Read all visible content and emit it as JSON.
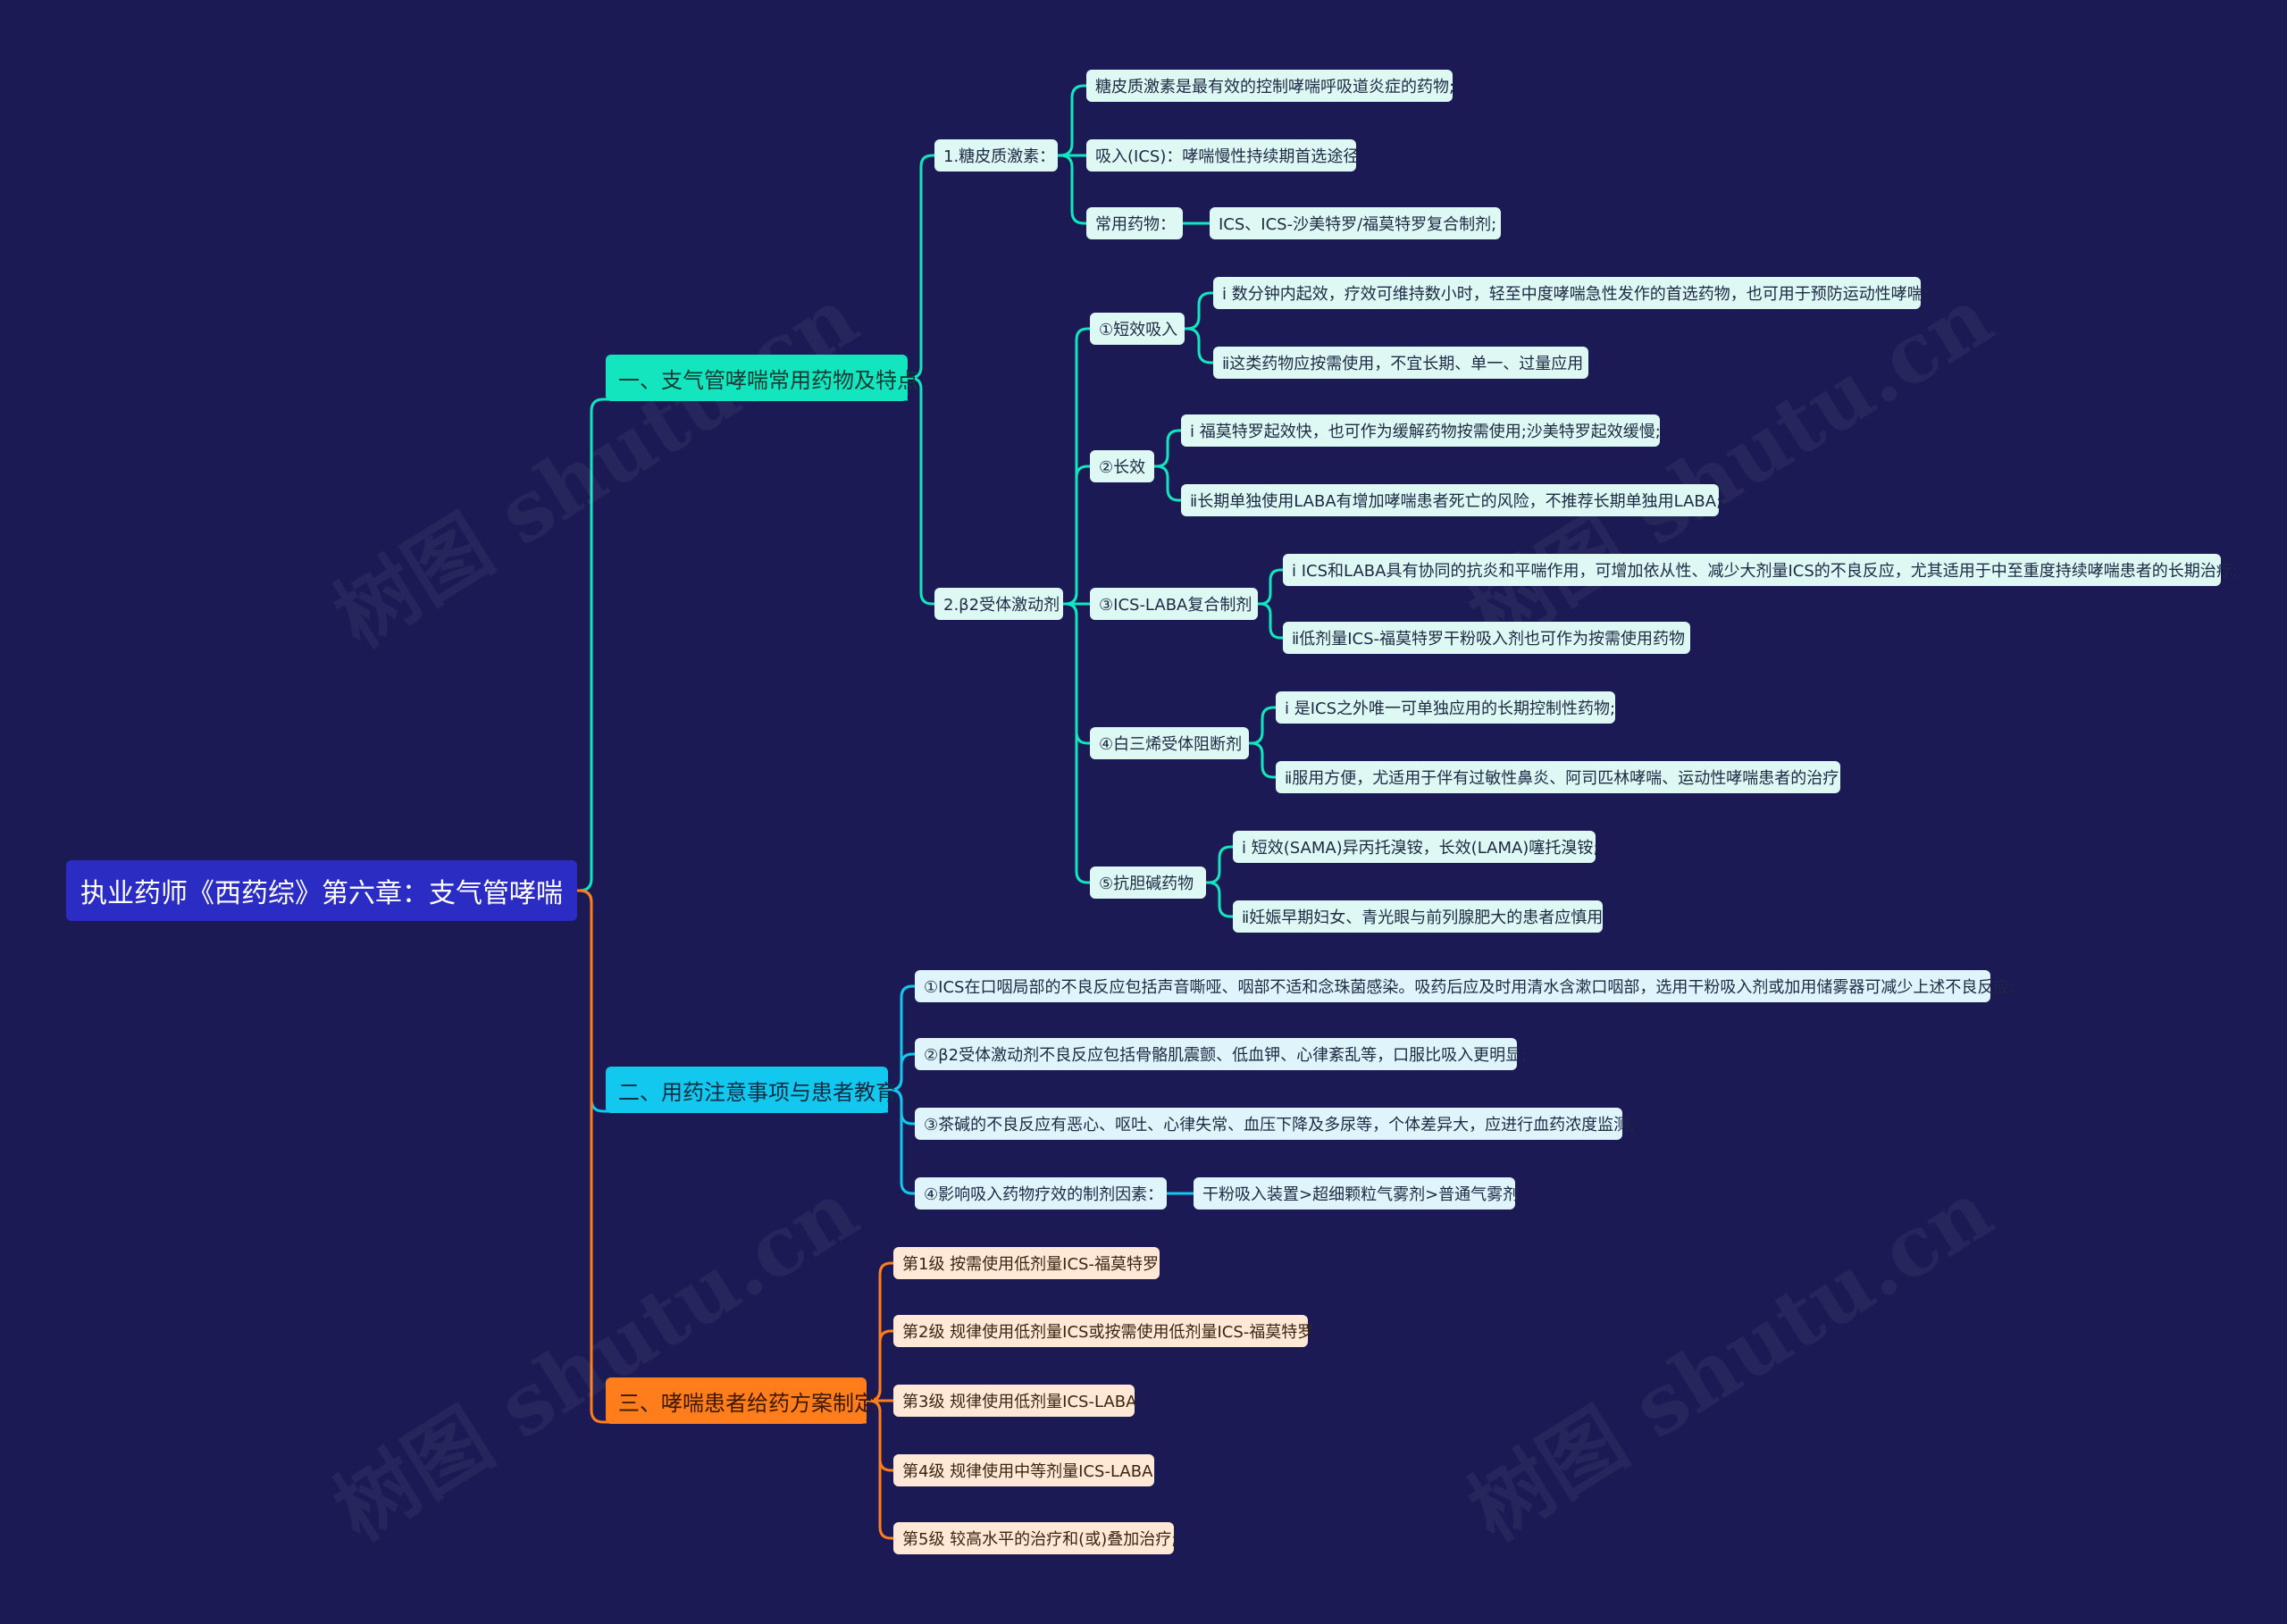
{
  "root": {
    "label": "执业药师《西药综》第六章：支气管哮喘"
  },
  "colors": {
    "background": "#1b1a54",
    "teal": "#13e6bf",
    "cyan": "#12c8ee",
    "orange": "#ff7d1a",
    "root": "#2b2cc4"
  },
  "branch1": {
    "label": "一、支气管哮喘常用药物及特点",
    "gluco": {
      "label": "1.糖皮质激素：",
      "items": [
        "糖皮质激素是最有效的控制哮喘呼吸道炎症的药物;",
        "吸入(ICS)：哮喘慢性持续期首选途径",
        "常用药物："
      ],
      "common_drugs": "ICS、ICS-沙美特罗/福莫特罗复合制剂;"
    },
    "beta2": {
      "label": "2.β2受体激动剂",
      "groups": [
        {
          "label": "①短效吸入",
          "items": [
            "ⅰ 数分钟内起效，疗效可维持数小时，轻至中度哮喘急性发作的首选药物，也可用于预防运动性哮喘;",
            "ⅱ这类药物应按需使用，不宜长期、单一、过量应用"
          ]
        },
        {
          "label": "②长效",
          "items": [
            "ⅰ 福莫特罗起效快，也可作为缓解药物按需使用;沙美特罗起效缓慢;",
            "ⅱ长期单独使用LABA有增加哮喘患者死亡的风险，不推荐长期单独用LABA;"
          ]
        },
        {
          "label": "③ICS-LABA复合制剂",
          "items": [
            "ⅰ ICS和LABA具有协同的抗炎和平喘作用，可增加依从性、减少大剂量ICS的不良反应，尤其适用于中至重度持续哮喘患者的长期治疗;",
            "ⅱ低剂量ICS-福莫特罗干粉吸入剂也可作为按需使用药物"
          ]
        },
        {
          "label": "④白三烯受体阻断剂",
          "items": [
            "ⅰ 是ICS之外唯一可单独应用的长期控制性药物;",
            "ⅱ服用方便，尤适用于伴有过敏性鼻炎、阿司匹林哮喘、运动性哮喘患者的治疗"
          ]
        },
        {
          "label": "⑤抗胆碱药物",
          "items": [
            "ⅰ 短效(SAMA)异丙托溴铵，长效(LAMA)噻托溴铵;",
            "ⅱ妊娠早期妇女、青光眼与前列腺肥大的患者应慎用"
          ]
        }
      ]
    }
  },
  "branch2": {
    "label": "二、用药注意事项与患者教育",
    "items": [
      "①ICS在口咽局部的不良反应包括声音嘶哑、咽部不适和念珠菌感染。吸药后应及时用清水含漱口咽部，选用干粉吸入剂或加用储雾器可减少上述不良反应;",
      "②β2受体激动剂不良反应包括骨骼肌震颤、低血钾、心律紊乱等，口服比吸入更明显;",
      "③茶碱的不良反应有恶心、呕吐、心律失常、血压下降及多尿等，个体差异大，应进行血药浓度监测;",
      "④影响吸入药物疗效的制剂因素："
    ],
    "factor_detail": "干粉吸入装置>超细颗粒气雾剂>普通气雾剂"
  },
  "branch3": {
    "label": "三、哮喘患者给药方案制定",
    "items": [
      "第1级 按需使用低剂量ICS-福莫特罗",
      "第2级 规律使用低剂量ICS或按需使用低剂量ICS-福莫特罗",
      "第3级 规律使用低剂量ICS-LABA",
      "第4级 规律使用中等剂量ICS-LABA",
      "第5级 较高水平的治疗和(或)叠加治疗;"
    ]
  },
  "watermark": "树图 shutu.cn"
}
